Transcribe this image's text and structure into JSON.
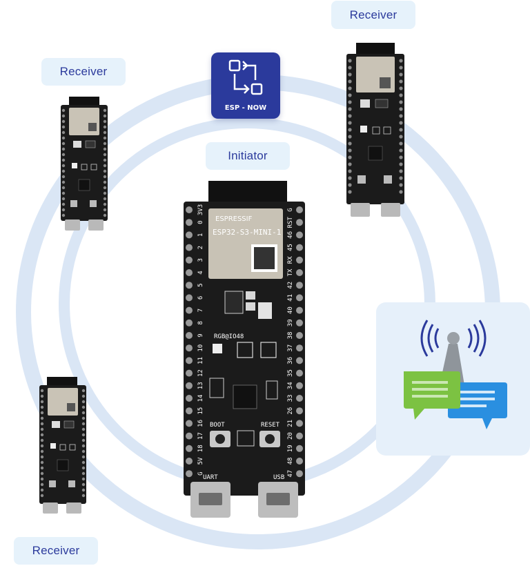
{
  "labels": {
    "receiver_top_left": "Receiver",
    "receiver_top_right": "Receiver",
    "receiver_bottom_left": "Receiver",
    "initiator": "Initiator",
    "espnow": "ESP - NOW"
  },
  "board": {
    "brand": "ESPRESSIF",
    "module": "ESP32-S3-MINI-1",
    "rgb": "RGB@IO48",
    "boot": "BOOT",
    "reset": "RESET",
    "uart": "UART",
    "usb": "USB",
    "left_pins": [
      "3V3",
      "0",
      "1",
      "2",
      "3",
      "4",
      "5",
      "6",
      "7",
      "8",
      "9",
      "10",
      "11",
      "12",
      "13",
      "14",
      "15",
      "16",
      "17",
      "18",
      "5V",
      "G"
    ],
    "right_pins": [
      "G",
      "RST",
      "46",
      "45",
      "RX",
      "TX",
      "42",
      "41",
      "40",
      "39",
      "38",
      "37",
      "36",
      "35",
      "34",
      "33",
      "26",
      "21",
      "20",
      "19",
      "48",
      "47"
    ]
  },
  "colors": {
    "accent": "#2b3a9c",
    "pill_bg": "#e6f2fb",
    "ring": "#d7e4f4",
    "pcb": "#1b1b1b",
    "chat_green": "#7cc242",
    "chat_blue": "#2a8fe0"
  }
}
